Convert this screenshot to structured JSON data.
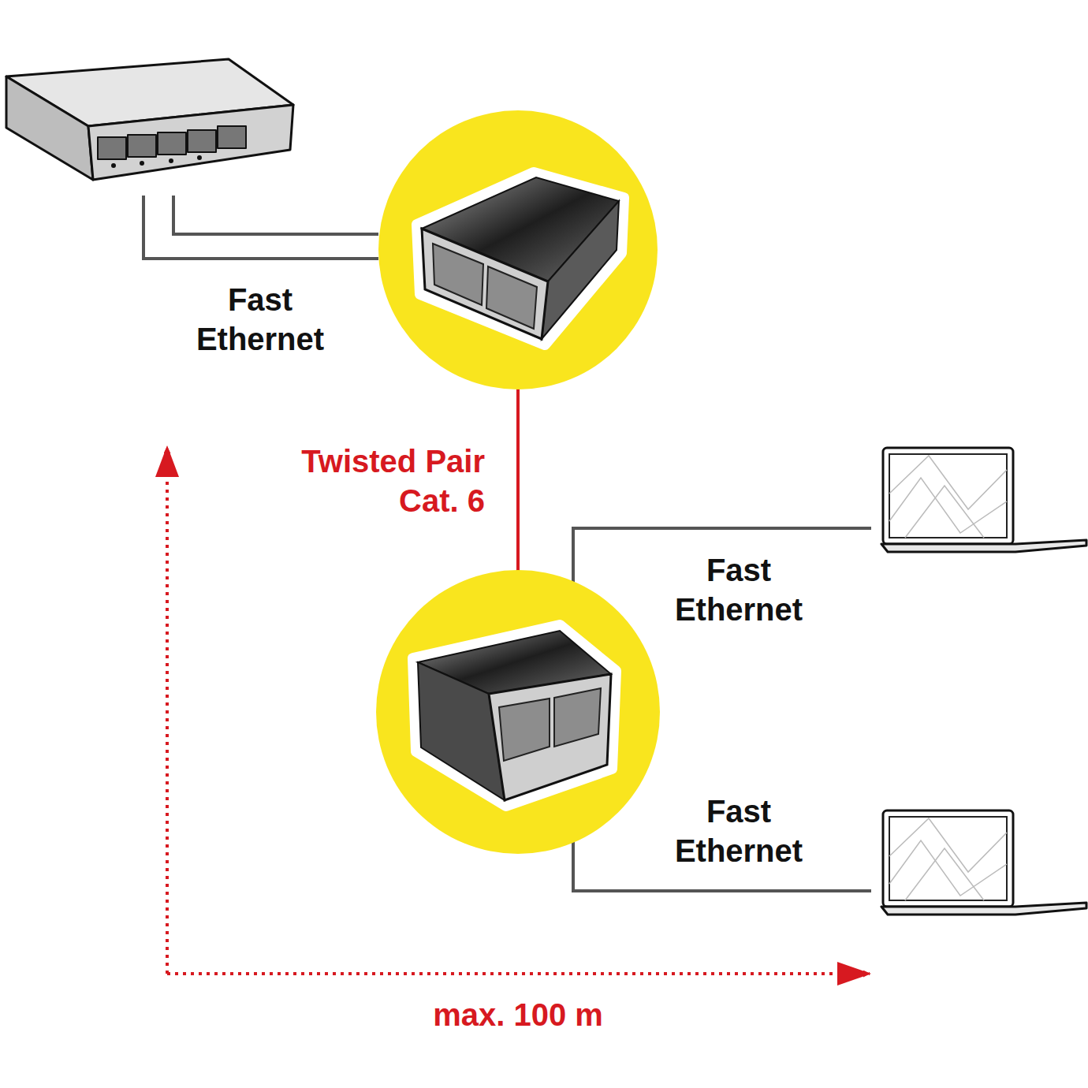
{
  "diagram": {
    "labels": [
      "Fast Ethernet",
      "Twisted Pair Cat. 6",
      "Fast Ethernet",
      "Fast Ethernet",
      "max. 100 m"
    ]
  }
}
